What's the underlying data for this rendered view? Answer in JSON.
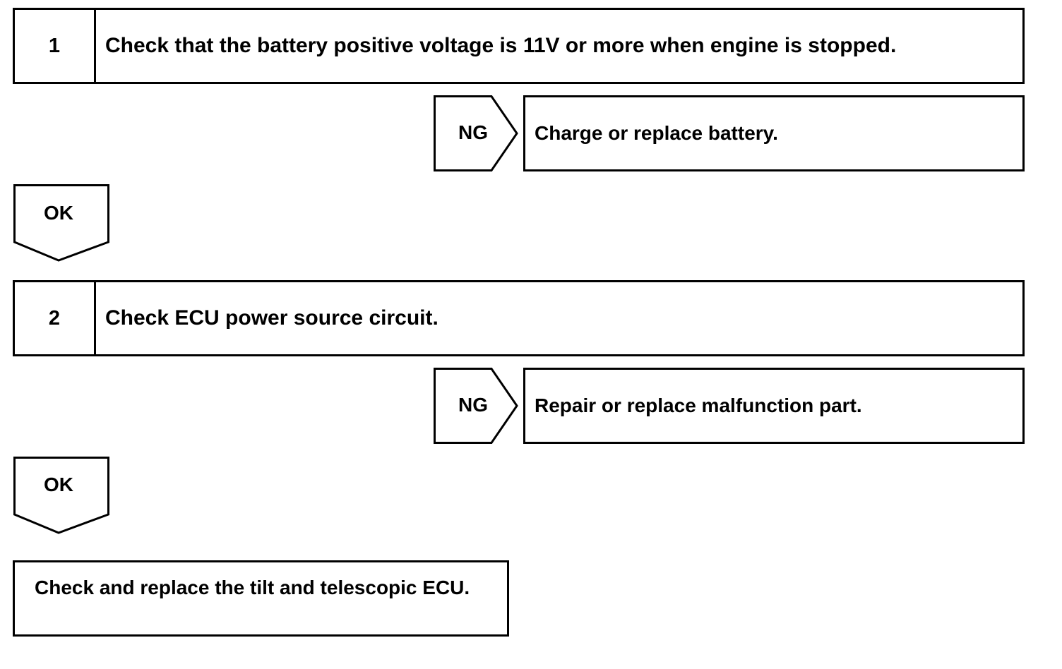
{
  "steps": [
    {
      "number": "1",
      "text": "Check that the battery positive voltage is 11V or more when engine is stopped.",
      "ng_label": "NG",
      "ng_action": "Charge or replace battery.",
      "ok_label": "OK"
    },
    {
      "number": "2",
      "text": "Check ECU power source circuit.",
      "ng_label": "NG",
      "ng_action": "Repair or replace malfunction part.",
      "ok_label": "OK"
    }
  ],
  "final_action": "Check and replace the tilt and telescopic ECU."
}
